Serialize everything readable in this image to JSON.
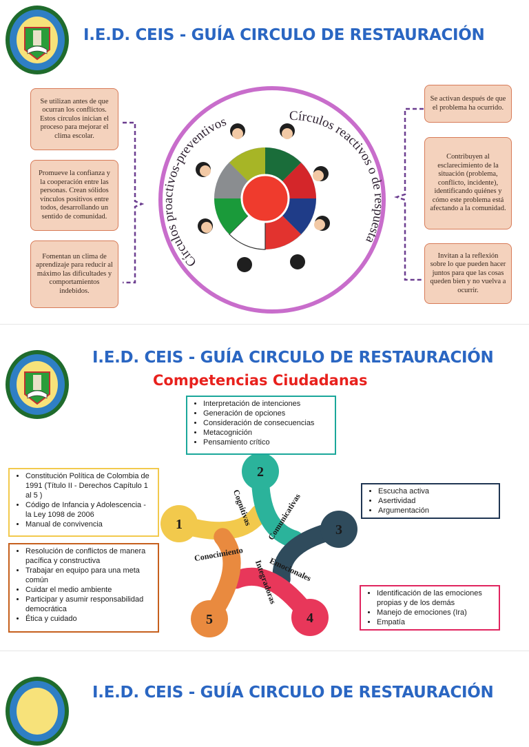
{
  "slide1": {
    "title": "I.E.D. CEIS - GUÍA CIRCULO DE RESTAURACIÓN",
    "left_notes": [
      "Se utilizan antes de que ocurran los conflictos. Estos círculos inician el proceso para mejorar el clima escolar.",
      "Promueve la confianza y la cooperación entre las personas. Crean sólidos vínculos positivos entre todos, desarrollando un sentido de comunidad.",
      "Fomentan un clima de aprendizaje para reducir al máximo las dificultades y comportamientos indebidos."
    ],
    "right_notes": [
      "Se activan después de que el problema ha ocurrido.",
      "Contribuyen al esclarecimiento de la situación (problema, conflicto, incidente), identificando quiénes y cómo este problema está afectando a la comunidad.",
      "Invitan a la reflexión sobre lo que pueden hacer juntos para que las cosas queden bien y no vuelva a ocurrir."
    ],
    "circle_left_text": "Círculos proactivos-preventivos",
    "circle_right_text": "Círculos reactivos o de respuesta",
    "colors": {
      "border": "#c86dcb",
      "note_fill": "#f4d2bd",
      "note_border": "#d77a57",
      "bracket": "#6b3d8f"
    }
  },
  "slide2": {
    "title": "I.E.D. CEIS - GUÍA CIRCULO DE RESTAURACIÓN",
    "subtitle": "Competencias Ciudadanas",
    "boxes": {
      "cognitivas": {
        "items": [
          "Interpretación de intenciones",
          "Generación de opciones",
          "Consideración de consecuencias",
          "Metacognición",
          "Pensamiento crítico"
        ],
        "color": "#1aa79a"
      },
      "conocimiento": {
        "items": [
          "Constitución Política de Colombia de 1991 (Título II - Derechos Capítulo 1 al 5 )",
          "Código de Infancia y Adolescencia - la Ley 1098 de 2006",
          "Manual de convivencia"
        ],
        "color": "#f2c94c"
      },
      "integradoras": {
        "items": [
          "Resolución de conflictos de manera pacífica y constructiva",
          "Trabajar en equipo para una meta común",
          "Cuidar el medio ambiente",
          "Participar y asumir responsabilidad democrática",
          "Ética y cuidado"
        ],
        "color": "#c65f1c"
      },
      "comunicativas": {
        "items": [
          "Escucha activa",
          "Asertividad",
          "Argumentación"
        ],
        "color": "#1f3552"
      },
      "emocionales": {
        "items": [
          "Identificación de las emociones propias y de los demás",
          "Manejo de emociones (Ira)",
          "Empatía"
        ],
        "color": "#e0245e"
      }
    },
    "wheel": {
      "numbers": [
        "1",
        "2",
        "3",
        "4",
        "5"
      ],
      "labels": [
        "Conocimiento",
        "Cognitivas",
        "Comunicativas",
        "Emocionales",
        "Integradoras"
      ],
      "colors": [
        "#f2c94c",
        "#2bb39b",
        "#2f4b5c",
        "#e8375a",
        "#e98a3f"
      ]
    }
  },
  "slide3": {
    "title": "I.E.D. CEIS - GUÍA CIRCULO DE RESTAURACIÓN"
  }
}
